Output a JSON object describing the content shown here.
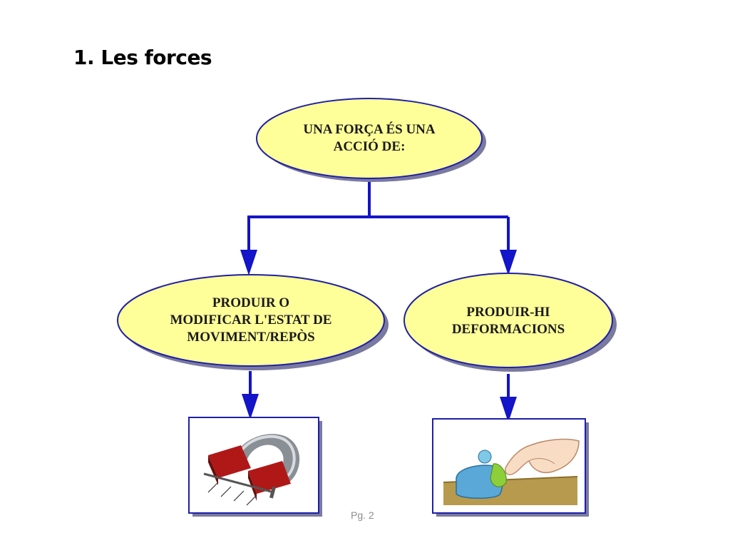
{
  "title": "1. Les forces",
  "nodes": {
    "root": {
      "lines": [
        "UNA FORÇA ÉS UNA",
        "ACCIÓ DE:"
      ]
    },
    "left": {
      "lines": [
        "PRODUIR O",
        "MODIFICAR L'ESTAT DE",
        "MOVIMENT/REPÒS"
      ]
    },
    "right": {
      "lines": [
        "PRODUIR-HI",
        "DEFORMACIONS"
      ]
    }
  },
  "images": {
    "left": "magnet-attracting-nail",
    "right": "finger-pressing-sponge"
  },
  "colors": {
    "node_fill": "#ffff99",
    "node_border": "#1f1fa8",
    "arrow": "#1414c8"
  },
  "footer": "Pg. 2"
}
